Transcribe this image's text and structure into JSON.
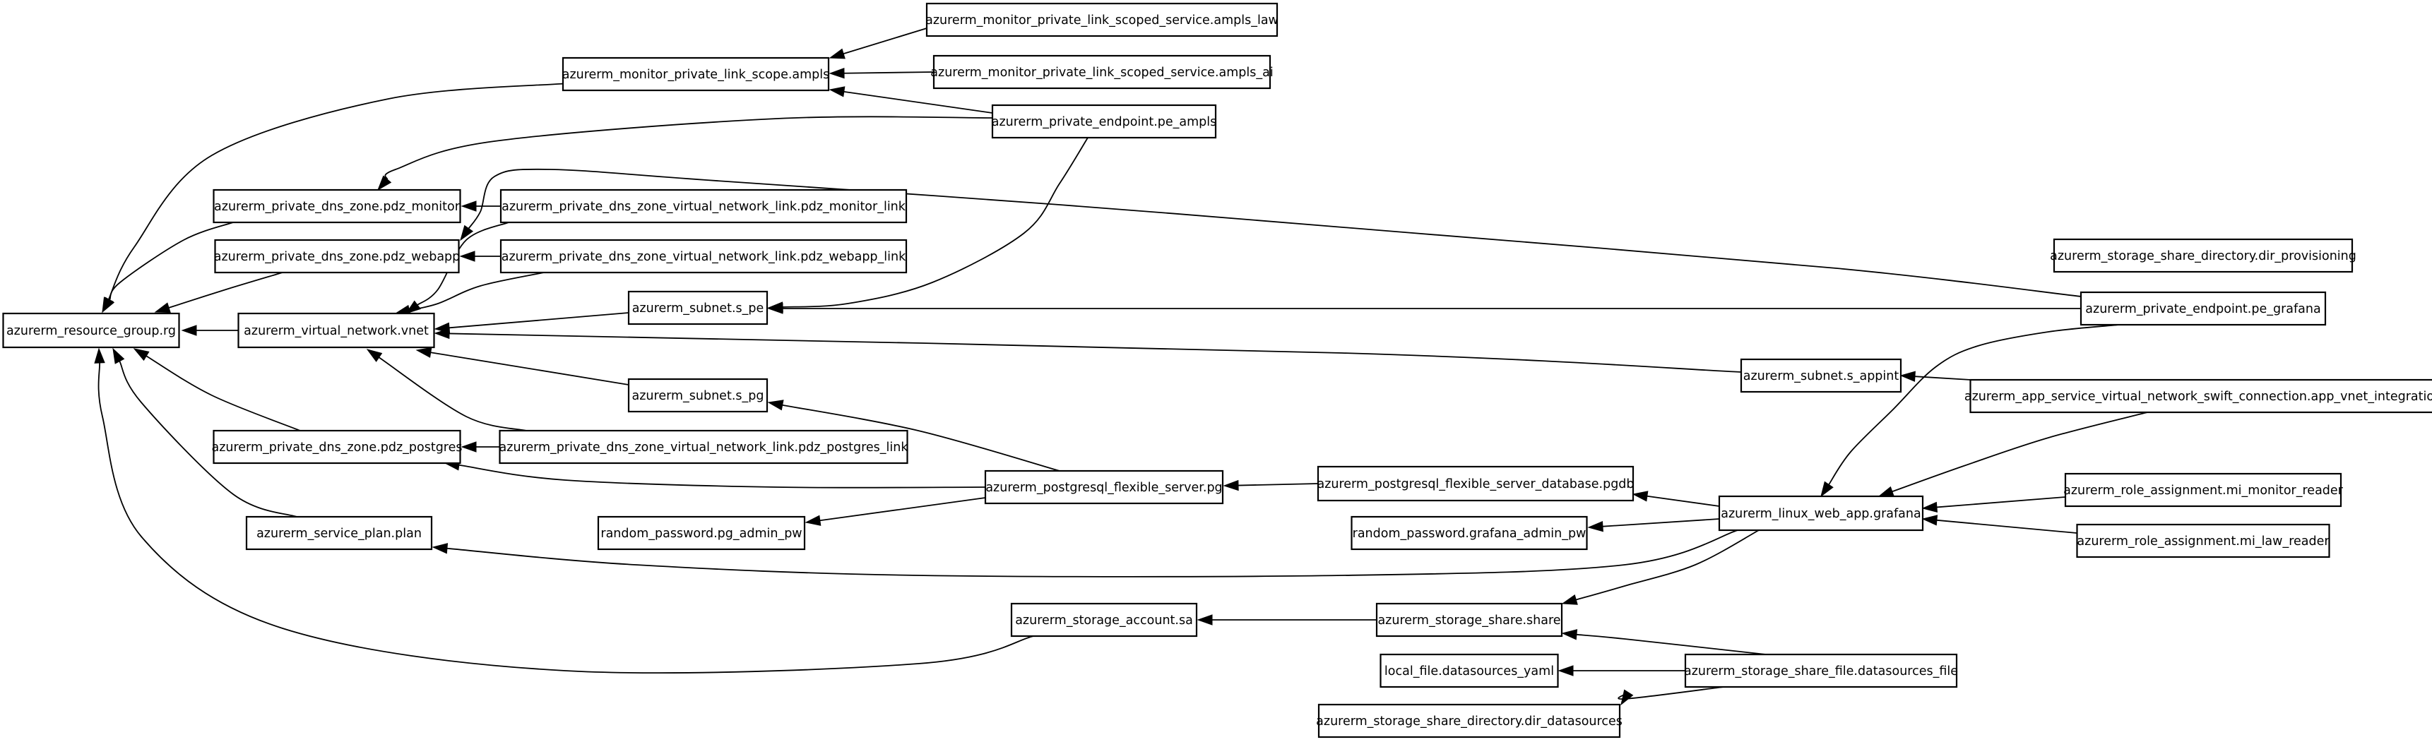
{
  "nodes": [
    {
      "id": "rg",
      "label": "azurerm_resource_group.rg"
    },
    {
      "id": "vnet",
      "label": "azurerm_virtual_network.vnet"
    },
    {
      "id": "pdz_monitor",
      "label": "azurerm_private_dns_zone.pdz_monitor"
    },
    {
      "id": "pdz_webapp",
      "label": "azurerm_private_dns_zone.pdz_webapp"
    },
    {
      "id": "pdz_postgres",
      "label": "azurerm_private_dns_zone.pdz_postgres"
    },
    {
      "id": "plan",
      "label": "azurerm_service_plan.plan"
    },
    {
      "id": "ampls",
      "label": "azurerm_monitor_private_link_scope.ampls"
    },
    {
      "id": "vnl_monitor",
      "label": "azurerm_private_dns_zone_virtual_network_link.pdz_monitor_link"
    },
    {
      "id": "vnl_webapp",
      "label": "azurerm_private_dns_zone_virtual_network_link.pdz_webapp_link"
    },
    {
      "id": "vnl_postgres",
      "label": "azurerm_private_dns_zone_virtual_network_link.pdz_postgres_link"
    },
    {
      "id": "s_pe",
      "label": "azurerm_subnet.s_pe"
    },
    {
      "id": "s_pg",
      "label": "azurerm_subnet.s_pg"
    },
    {
      "id": "pg_pw",
      "label": "random_password.pg_admin_pw"
    },
    {
      "id": "ampls_law",
      "label": "azurerm_monitor_private_link_scoped_service.ampls_law"
    },
    {
      "id": "ampls_ai",
      "label": "azurerm_monitor_private_link_scoped_service.ampls_ai"
    },
    {
      "id": "pe_ampls",
      "label": "azurerm_private_endpoint.pe_ampls"
    },
    {
      "id": "pg",
      "label": "azurerm_postgresql_flexible_server.pg"
    },
    {
      "id": "sa",
      "label": "azurerm_storage_account.sa"
    },
    {
      "id": "pgdb",
      "label": "azurerm_postgresql_flexible_server_database.pgdb"
    },
    {
      "id": "grafana_pw",
      "label": "random_password.grafana_admin_pw"
    },
    {
      "id": "share",
      "label": "azurerm_storage_share.share"
    },
    {
      "id": "local_file",
      "label": "local_file.datasources_yaml"
    },
    {
      "id": "dir_ds",
      "label": "azurerm_storage_share_directory.dir_datasources"
    },
    {
      "id": "grafana",
      "label": "azurerm_linux_web_app.grafana"
    },
    {
      "id": "s_appint",
      "label": "azurerm_subnet.s_appint"
    },
    {
      "id": "share_file",
      "label": "azurerm_storage_share_file.datasources_file"
    },
    {
      "id": "dir_prov",
      "label": "azurerm_storage_share_directory.dir_provisioning"
    },
    {
      "id": "pe_grafana",
      "label": "azurerm_private_endpoint.pe_grafana"
    },
    {
      "id": "swift",
      "label": "azurerm_app_service_virtual_network_swift_connection.app_vnet_integration"
    },
    {
      "id": "mi_monitor",
      "label": "azurerm_role_assignment.mi_monitor_reader"
    },
    {
      "id": "mi_law",
      "label": "azurerm_role_assignment.mi_law_reader"
    }
  ],
  "edges": [
    {
      "from": "vnet",
      "to": "rg"
    },
    {
      "from": "pdz_monitor",
      "to": "rg"
    },
    {
      "from": "pdz_webapp",
      "to": "rg"
    },
    {
      "from": "pdz_postgres",
      "to": "rg"
    },
    {
      "from": "plan",
      "to": "rg"
    },
    {
      "from": "ampls",
      "to": "rg"
    },
    {
      "from": "sa",
      "to": "rg"
    },
    {
      "from": "vnl_monitor",
      "to": "pdz_monitor"
    },
    {
      "from": "vnl_monitor",
      "to": "vnet"
    },
    {
      "from": "vnl_webapp",
      "to": "pdz_webapp"
    },
    {
      "from": "vnl_webapp",
      "to": "vnet"
    },
    {
      "from": "vnl_postgres",
      "to": "pdz_postgres"
    },
    {
      "from": "vnl_postgres",
      "to": "vnet"
    },
    {
      "from": "s_pe",
      "to": "vnet"
    },
    {
      "from": "s_pg",
      "to": "vnet"
    },
    {
      "from": "s_appint",
      "to": "vnet"
    },
    {
      "from": "ampls_law",
      "to": "ampls"
    },
    {
      "from": "ampls_ai",
      "to": "ampls"
    },
    {
      "from": "pe_ampls",
      "to": "ampls"
    },
    {
      "from": "pe_ampls",
      "to": "pdz_monitor"
    },
    {
      "from": "pe_ampls",
      "to": "s_pe"
    },
    {
      "from": "pg",
      "to": "s_pg"
    },
    {
      "from": "pg",
      "to": "pdz_postgres"
    },
    {
      "from": "pg",
      "to": "pg_pw"
    },
    {
      "from": "pgdb",
      "to": "pg"
    },
    {
      "from": "grafana",
      "to": "pgdb"
    },
    {
      "from": "grafana",
      "to": "grafana_pw"
    },
    {
      "from": "grafana",
      "to": "plan"
    },
    {
      "from": "grafana",
      "to": "share"
    },
    {
      "from": "share",
      "to": "sa"
    },
    {
      "from": "share_file",
      "to": "share"
    },
    {
      "from": "share_file",
      "to": "local_file"
    },
    {
      "from": "share_file",
      "to": "dir_ds"
    },
    {
      "from": "pe_grafana",
      "to": "s_pe"
    },
    {
      "from": "pe_grafana",
      "to": "pdz_webapp"
    },
    {
      "from": "pe_grafana",
      "to": "grafana"
    },
    {
      "from": "swift",
      "to": "s_appint"
    },
    {
      "from": "swift",
      "to": "grafana"
    },
    {
      "from": "mi_monitor",
      "to": "grafana"
    },
    {
      "from": "mi_law",
      "to": "grafana"
    }
  ]
}
